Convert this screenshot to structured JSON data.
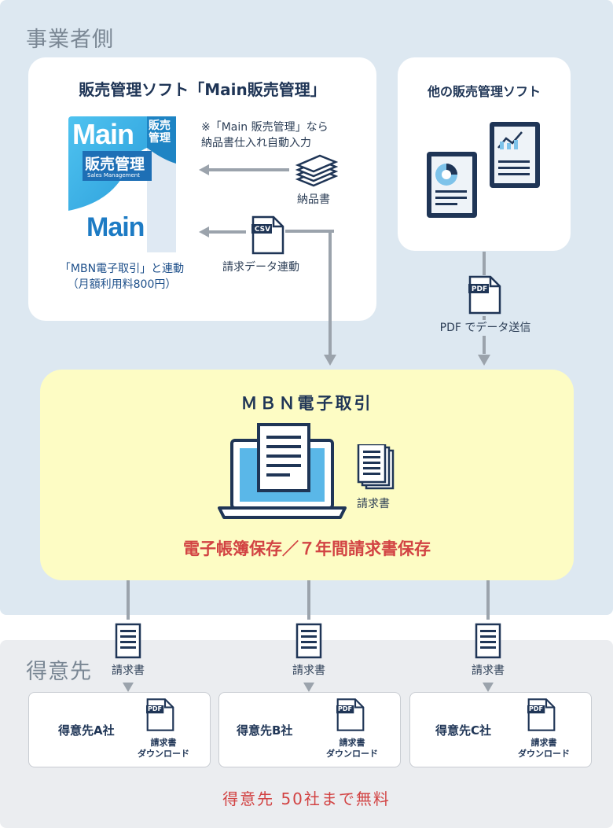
{
  "sections": {
    "business": "事業者側",
    "customers": "得意先"
  },
  "main_software": {
    "title": "販売管理ソフト「Main販売管理」",
    "box_main_top": "Main",
    "box_title": "販売管理",
    "box_subtitle": "Sales Management",
    "box_main_bottom": "Main",
    "box_side_top": "販売\n管理",
    "note_line1": "※「Main 販売管理」なら",
    "note_line2": "納品書仕入れ自動入力",
    "delivery_label": "納品書",
    "csv_badge": "CSV",
    "csv_label": "請求データ連動",
    "link_line1": "「MBN電子取引」と連動",
    "link_line2": "（月額利用料800円）"
  },
  "other_software": {
    "title": "他の販売管理ソフト",
    "pdf_badge": "PDF",
    "pdf_label": "PDF でデータ送信"
  },
  "mbn": {
    "title": "ＭＢＮ電子取引",
    "invoice_label": "請求書",
    "storage": "電子帳簿保存／７年間請求書保存"
  },
  "outputs": [
    {
      "label": "請求書"
    },
    {
      "label": "請求書"
    },
    {
      "label": "請求書"
    }
  ],
  "companies": [
    {
      "name": "得意先A社",
      "pdf": "PDF",
      "dl1": "請求書",
      "dl2": "ダウンロード"
    },
    {
      "name": "得意先B社",
      "pdf": "PDF",
      "dl1": "請求書",
      "dl2": "ダウンロード"
    },
    {
      "name": "得意先C社",
      "pdf": "PDF",
      "dl1": "請求書",
      "dl2": "ダウンロード"
    }
  ],
  "footer": "得意先 50社まで無料",
  "colors": {
    "navy": "#1f3556",
    "accent_red": "#d24343",
    "box_blue": "#27a3e0",
    "top_bg": "#dde8f1",
    "bottom_bg": "#ebedf0",
    "highlight": "#fdfcc4"
  }
}
